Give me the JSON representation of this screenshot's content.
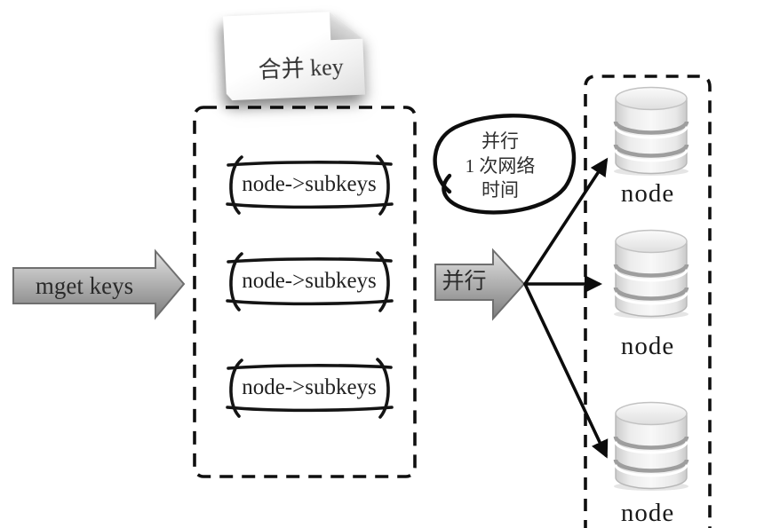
{
  "diagram": {
    "input_arrow": {
      "label": "mget keys"
    },
    "note": {
      "label": "合并 key"
    },
    "merge_box": {
      "items": [
        {
          "label": "node->subkeys"
        },
        {
          "label": "node->subkeys"
        },
        {
          "label": "node->subkeys"
        }
      ]
    },
    "parallel_arrow": {
      "label": "并行"
    },
    "annotation_bubble": {
      "text": "并行\n1 次网络\n时间"
    },
    "node_group": {
      "nodes": [
        {
          "label": "node"
        },
        {
          "label": "node"
        },
        {
          "label": "node"
        }
      ]
    },
    "colors": {
      "background": "#ffffff",
      "line": "#0f0f0f",
      "arrow_gradient_top": "#dedede",
      "arrow_gradient_bottom": "#7d7d7d",
      "cylinder_fill": "#ededed",
      "cylinder_band": "#9e9e9e"
    }
  }
}
